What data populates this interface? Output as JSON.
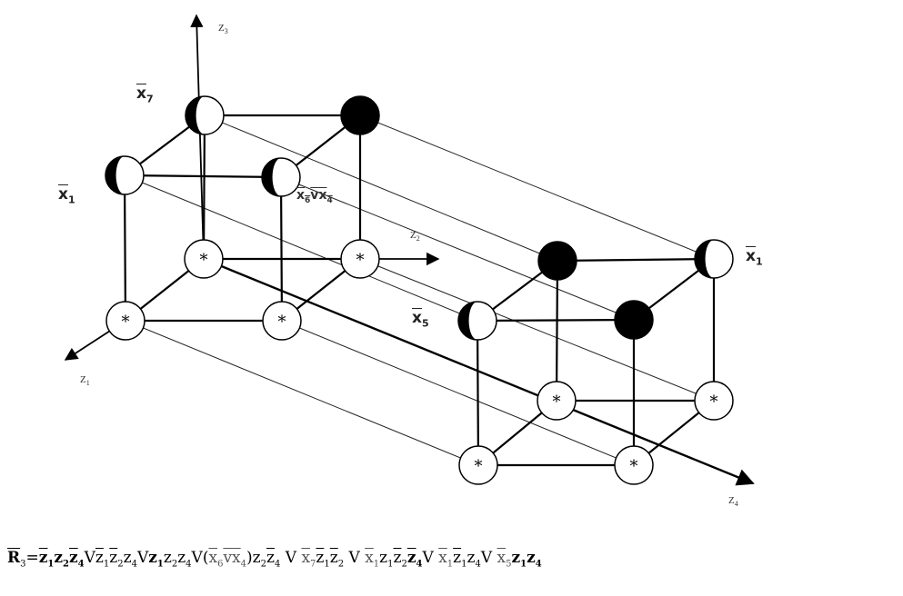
{
  "axes": {
    "z1": {
      "base": "Z",
      "sub": "1"
    },
    "z2": {
      "base": "Z",
      "sub": "2"
    },
    "z3": {
      "base": "Z",
      "sub": "3"
    },
    "z4": {
      "base": "Z",
      "sub": "4"
    }
  },
  "vertex_mark": "*",
  "labels": {
    "x7": {
      "base": "x",
      "sub": "7"
    },
    "x1_left": {
      "base": "x",
      "sub": "1"
    },
    "x1_right": {
      "base": "x",
      "sub": "1"
    },
    "x5": {
      "base": "x",
      "sub": "5"
    },
    "x6vx4": {
      "a": "x",
      "a_sub": "6",
      "op": "v",
      "b": "x",
      "b_sub": "4"
    }
  },
  "formula": {
    "lhs": "R",
    "lhs_sub": "3",
    "eq": "=",
    "terms": [
      {
        "text": "z",
        "sub": "1",
        "bar": true,
        "bold": true
      },
      {
        "text": "z",
        "sub": "2",
        "bar": false,
        "bold": true
      },
      {
        "text": "z",
        "sub": "4",
        "bar": true,
        "bold": true
      },
      {
        "text": "V",
        "op": true
      },
      {
        "text": "z",
        "sub": "1",
        "bar": true
      },
      {
        "text": "z",
        "sub": "2",
        "bar": true
      },
      {
        "text": "z",
        "sub": "4",
        "bar": false
      },
      {
        "text": "V",
        "op": true
      },
      {
        "text": "z",
        "sub": "1",
        "bar": false,
        "bold": true
      },
      {
        "text": "z",
        "sub": "2",
        "bar": false
      },
      {
        "text": "z",
        "sub": "4",
        "bar": false
      },
      {
        "text": "V",
        "op": true
      },
      {
        "text": "(",
        "op": true
      },
      {
        "text": "x",
        "sub": "6",
        "bar": true,
        "grey": true
      },
      {
        "text": "v",
        "bar": true,
        "grey": true
      },
      {
        "text": "x",
        "sub": "4",
        "bar": true,
        "grey": true
      },
      {
        "text": ")",
        "op": true
      },
      {
        "text": "z",
        "sub": "2",
        "bar": false
      },
      {
        "text": "z",
        "sub": "4",
        "bar": true
      },
      {
        "text": " V ",
        "op": true
      },
      {
        "text": "x",
        "sub": "7",
        "bar": true,
        "grey": true
      },
      {
        "text": "z",
        "sub": "1",
        "bar": true
      },
      {
        "text": "z",
        "sub": "2",
        "bar": true
      },
      {
        "text": " V ",
        "op": true
      },
      {
        "text": "x",
        "sub": "1",
        "bar": true,
        "grey": true
      },
      {
        "text": "z",
        "sub": "1",
        "bar": false
      },
      {
        "text": "z",
        "sub": "2",
        "bar": true
      },
      {
        "text": "z",
        "sub": "4",
        "bar": true,
        "bold": true
      },
      {
        "text": "V ",
        "op": true
      },
      {
        "text": "x",
        "sub": "1",
        "bar": true,
        "grey": true
      },
      {
        "text": "z",
        "sub": "1",
        "bar": true
      },
      {
        "text": "z",
        "sub": "4",
        "bar": false
      },
      {
        "text": "V ",
        "op": true
      },
      {
        "text": "x",
        "sub": "5",
        "bar": true,
        "grey": true
      },
      {
        "text": "z",
        "sub": "1",
        "bar": false,
        "bold": true
      },
      {
        "text": "z",
        "sub": "4",
        "bar": false,
        "bold": true
      }
    ]
  }
}
